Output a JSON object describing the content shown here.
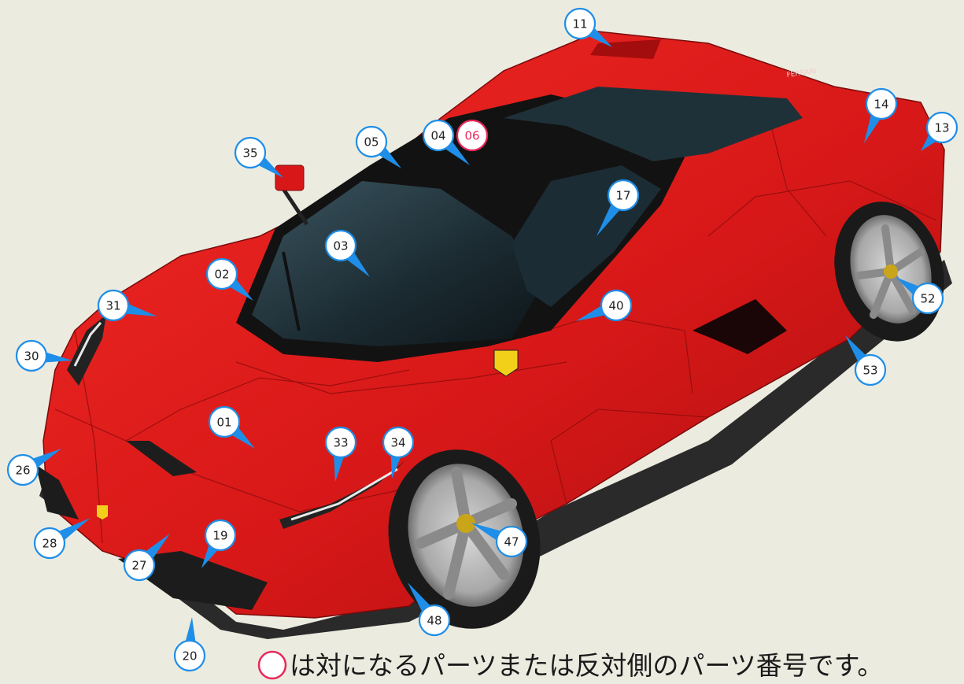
{
  "callouts": [
    {
      "id": "c11",
      "label": "11",
      "style": "blue"
    },
    {
      "id": "c14",
      "label": "14",
      "style": "blue"
    },
    {
      "id": "c13",
      "label": "13",
      "style": "blue"
    },
    {
      "id": "c05",
      "label": "05",
      "style": "blue"
    },
    {
      "id": "c04",
      "label": "04",
      "style": "blue"
    },
    {
      "id": "c06",
      "label": "06",
      "style": "pair"
    },
    {
      "id": "c35",
      "label": "35",
      "style": "blue"
    },
    {
      "id": "c17",
      "label": "17",
      "style": "blue"
    },
    {
      "id": "c03",
      "label": "03",
      "style": "blue"
    },
    {
      "id": "c02",
      "label": "02",
      "style": "blue"
    },
    {
      "id": "c31",
      "label": "31",
      "style": "blue"
    },
    {
      "id": "c30",
      "label": "30",
      "style": "blue"
    },
    {
      "id": "c40",
      "label": "40",
      "style": "blue"
    },
    {
      "id": "c52",
      "label": "52",
      "style": "blue"
    },
    {
      "id": "c53",
      "label": "53",
      "style": "blue"
    },
    {
      "id": "c01",
      "label": "01",
      "style": "blue"
    },
    {
      "id": "c33",
      "label": "33",
      "style": "blue"
    },
    {
      "id": "c34",
      "label": "34",
      "style": "blue"
    },
    {
      "id": "c26",
      "label": "26",
      "style": "blue"
    },
    {
      "id": "c28",
      "label": "28",
      "style": "blue"
    },
    {
      "id": "c19",
      "label": "19",
      "style": "blue"
    },
    {
      "id": "c27",
      "label": "27",
      "style": "blue"
    },
    {
      "id": "c47",
      "label": "47",
      "style": "blue"
    },
    {
      "id": "c48",
      "label": "48",
      "style": "blue"
    },
    {
      "id": "c20",
      "label": "20",
      "style": "blue"
    }
  ],
  "legend": {
    "text": "は対になるパーツまたは反対側のパーツ番号です。"
  },
  "car_badge": "FERRARI",
  "colors": {
    "background": "#ecebe0",
    "car_red": "#d81818",
    "callout_blue": "#1e8ee8",
    "pair_pink": "#e8285a",
    "glass": "#1d2c33",
    "roof_black": "#121212"
  }
}
